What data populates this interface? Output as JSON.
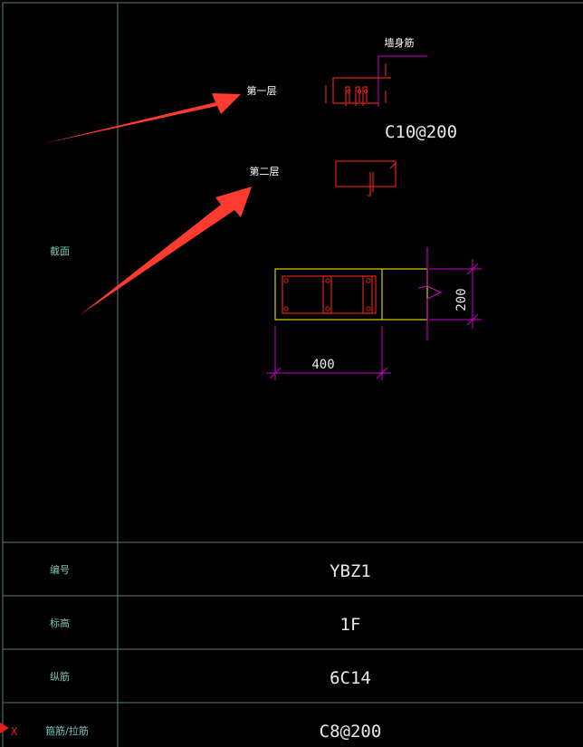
{
  "annotations": {
    "layer_one": "第一层",
    "layer_two": "第二层",
    "wall_rebar": "墙身筋",
    "stirrup_spec": "C10@200",
    "dim_width": "400",
    "dim_height": "200"
  },
  "table": {
    "section_label": "截面",
    "rows": [
      {
        "label": "编号",
        "value": "YBZ1"
      },
      {
        "label": "标高",
        "value": "1F"
      },
      {
        "label": "纵筋",
        "value": "6C14"
      },
      {
        "label": "箍筋/拉筋",
        "value": "C8@200"
      }
    ]
  },
  "ucs": {
    "axis_label": "X"
  },
  "colors": {
    "background": "#000000",
    "grid_line": "#5e7a78",
    "label_text": "#7dc3b6",
    "value_text": "#e8e8e8",
    "outline_yellow": "#d6d300",
    "rebar_red": "#e0201a",
    "dimension_magenta": "#cc00cc",
    "arrow": "#ff3b30"
  }
}
